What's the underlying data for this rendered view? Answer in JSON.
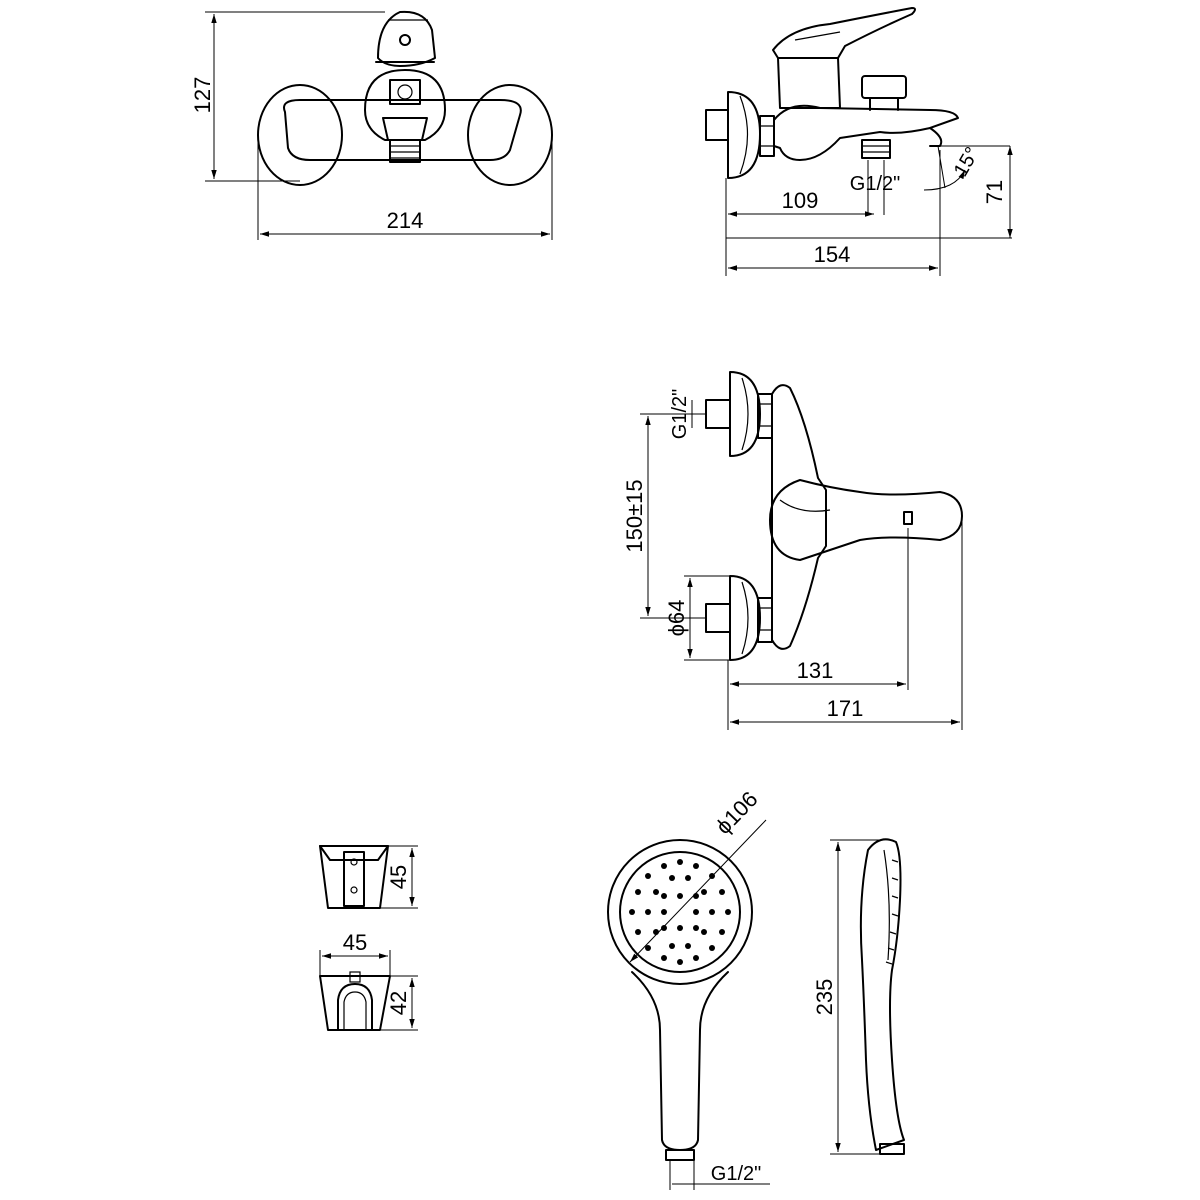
{
  "drawing": {
    "front_view": {
      "height_label": "127",
      "width_label": "214"
    },
    "side_view": {
      "thread_label": "G1/2\"",
      "angle_label": "15°",
      "inlet_offset_label": "109",
      "depth_label": "154",
      "spout_height_label": "71"
    },
    "top_view": {
      "thread_label": "G1/2\"",
      "spacing_label": "150±15",
      "flange_label": "ϕ64",
      "handle_reach_label": "131",
      "total_depth_label": "171"
    },
    "holder": {
      "height_label": "45",
      "width_label": "45",
      "depth_label": "42"
    },
    "hand_shower": {
      "diameter_label": "ϕ106",
      "length_label": "235",
      "thread_label": "G1/2\""
    }
  }
}
